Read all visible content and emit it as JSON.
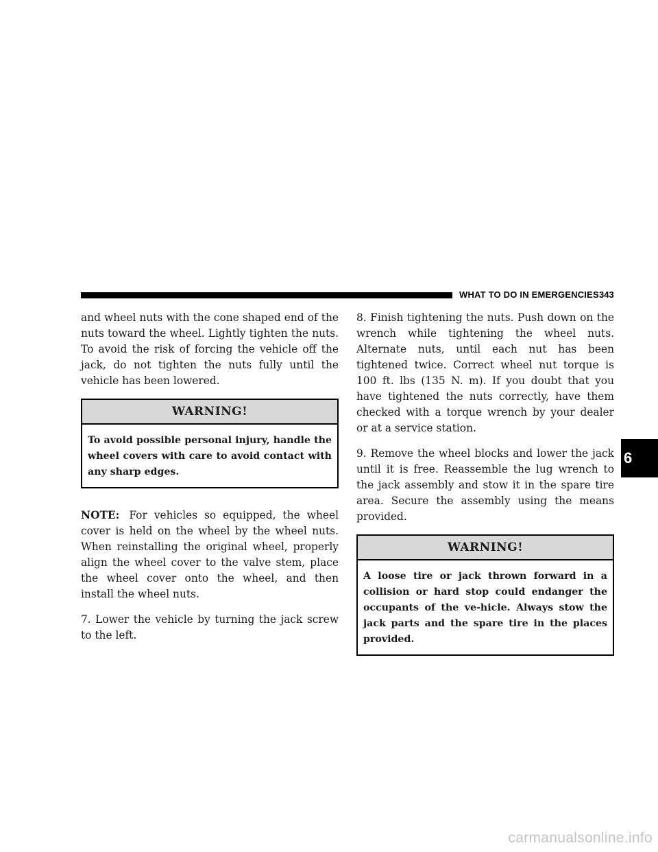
{
  "header": {
    "section_title": "WHAT TO DO IN EMERGENCIES",
    "page_number": "343"
  },
  "left_column": {
    "para1": "and wheel nuts with the cone shaped end of the nuts toward the wheel. Lightly tighten the nuts. To avoid the risk of forcing the vehicle off the jack, do not tighten the nuts fully until the vehicle has been lowered.",
    "warning1": {
      "title": "WARNING!",
      "body": "To avoid possible personal injury, handle the wheel covers with care to avoid contact with any sharp edges."
    },
    "note_label": "NOTE:",
    "note_text": "For vehicles so equipped, the wheel cover is held on the wheel by the wheel nuts. When reinstalling the original wheel, properly align the wheel cover to the valve stem, place the wheel cover onto the wheel, and then install the wheel nuts.",
    "step7": "7.  Lower the vehicle by turning the jack screw to the left."
  },
  "right_column": {
    "step8": "8.  Finish tightening the nuts. Push down on the wrench while tightening the wheel nuts. Alternate nuts, until each nut has been tightened twice. Correct wheel nut torque is 100 ft. lbs (135 N. m). If you doubt that you have tightened the nuts correctly, have them checked with a torque wrench by your dealer or at a service station.",
    "step9": "9.  Remove the wheel blocks and lower the jack until it is free. Reassemble the lug wrench to the jack assembly and stow it in the spare tire area. Secure the assembly using the means provided.",
    "warning2": {
      "title": "WARNING!",
      "body": "A loose tire or jack thrown forward in a collision or hard stop could endanger the occupants of the ve-hicle. Always stow the jack parts and the spare tire in the places provided."
    }
  },
  "chapter_tab": "6",
  "watermark": "carmanualsonline.info"
}
